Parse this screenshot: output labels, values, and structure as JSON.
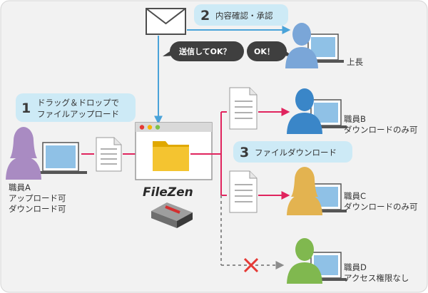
{
  "steps": [
    {
      "number": "1",
      "lines": [
        "ドラッグ＆ドロップで",
        "ファイルアップロード"
      ]
    },
    {
      "number": "2",
      "text": "内容確認・承認"
    },
    {
      "number": "3",
      "text": "ファイルダウンロード"
    }
  ],
  "bubbles": {
    "send_ok": "送信してOK？",
    "ok": "OK！"
  },
  "product": {
    "name": "FileZen"
  },
  "people": {
    "boss": {
      "label": "上長"
    },
    "staff_a": {
      "lines": [
        "職員A",
        "アップロード可",
        "ダウンロード可"
      ]
    },
    "staff_b": {
      "lines": [
        "職員B",
        "ダウンロードのみ可"
      ]
    },
    "staff_c": {
      "lines": [
        "職員C",
        "ダウンロードのみ可"
      ]
    },
    "staff_d": {
      "lines": [
        "職員D",
        "アクセス権限なし"
      ]
    }
  },
  "colors": {
    "background": "#f2f2f2",
    "pill": "#cdeaf6",
    "arrow_red": "#e0245e",
    "arrow_blue": "#4aa3d9",
    "bubble": "#3f3f3f",
    "denied_gray": "#8c8c8c",
    "deny_x": "#e53935",
    "person_purple": "#a98bc2",
    "person_blue": "#3a86c8",
    "person_yellow": "#e3b350",
    "person_green": "#80b84f",
    "boss_blue": "#7aa6d8",
    "folder": "#f4c430"
  }
}
